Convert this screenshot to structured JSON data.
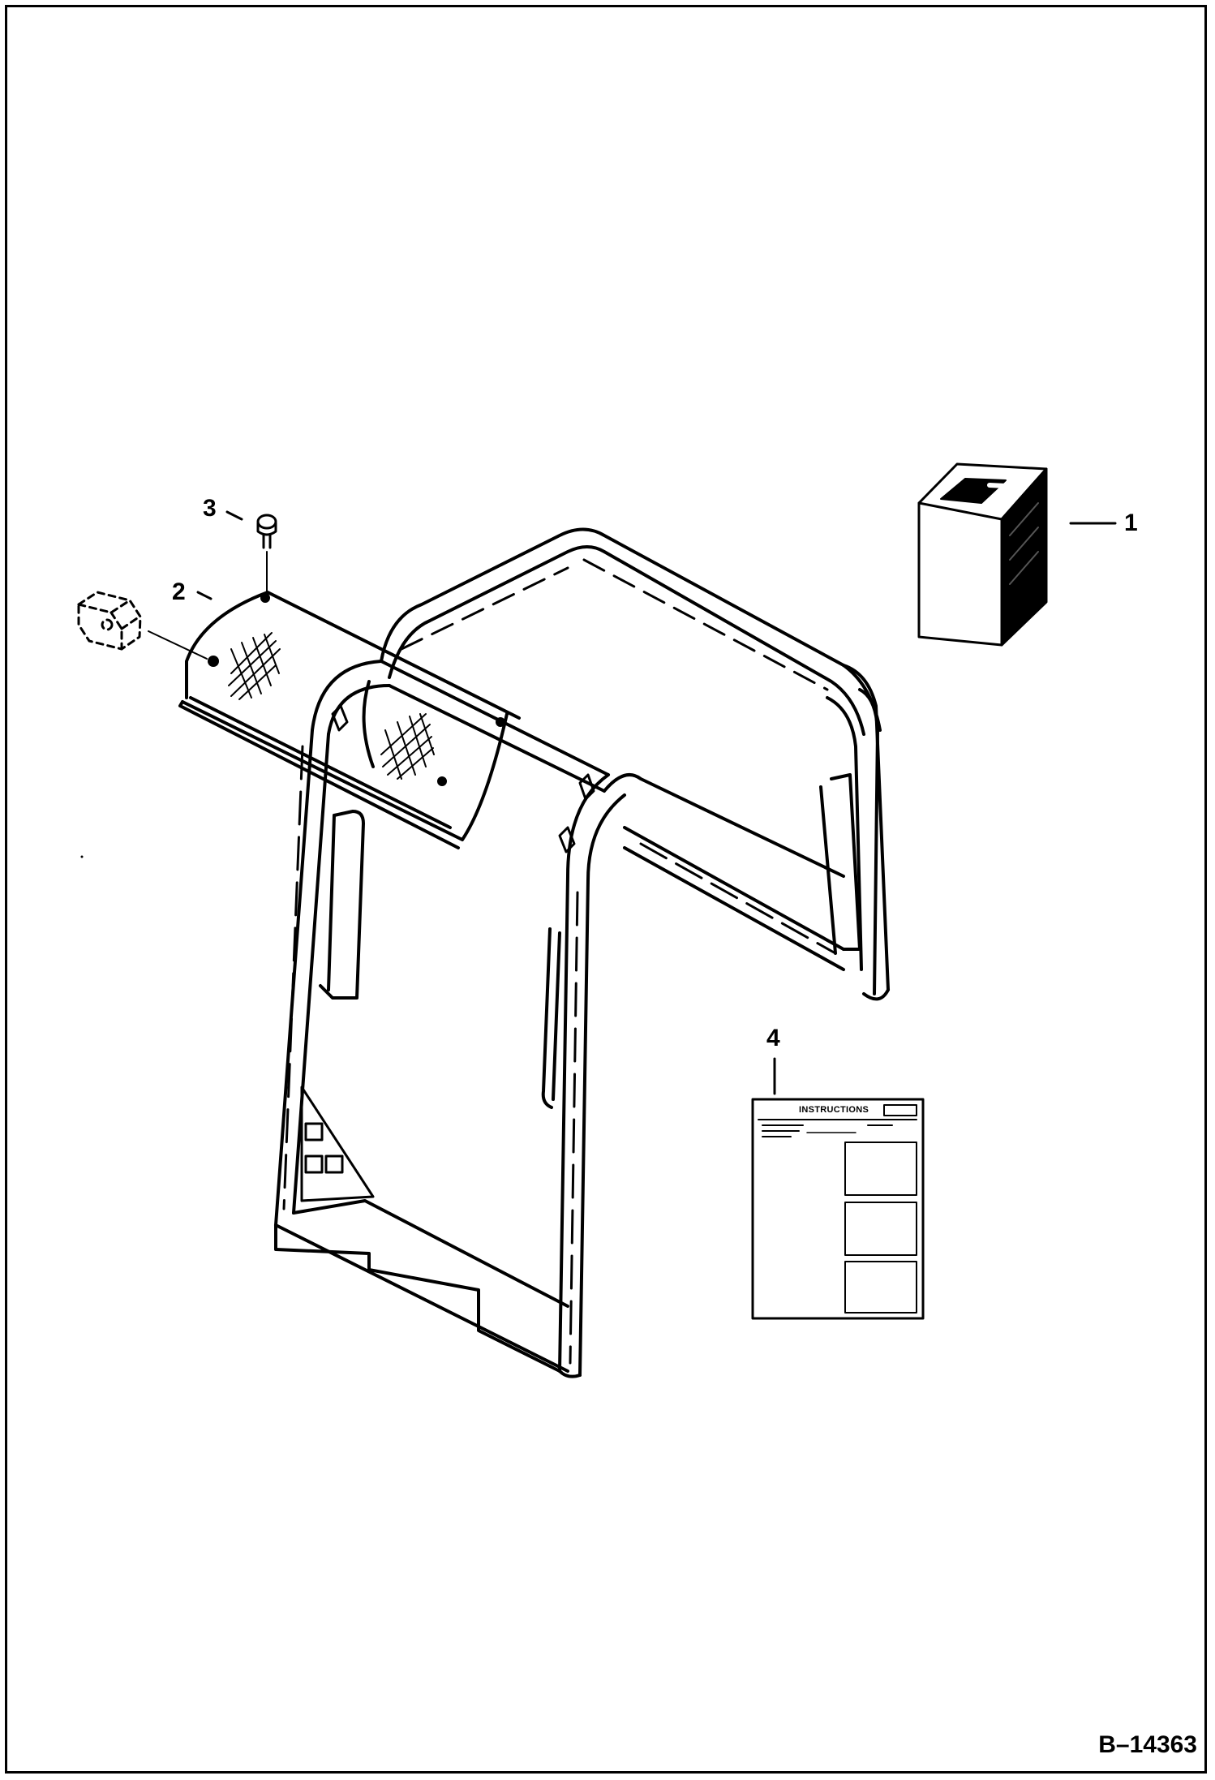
{
  "callouts": {
    "item1": "1",
    "item2": "2",
    "item3": "3",
    "item4": "4"
  },
  "instruction_sheet": {
    "heading": "INSTRUCTIONS"
  },
  "document_id": "B–14363"
}
